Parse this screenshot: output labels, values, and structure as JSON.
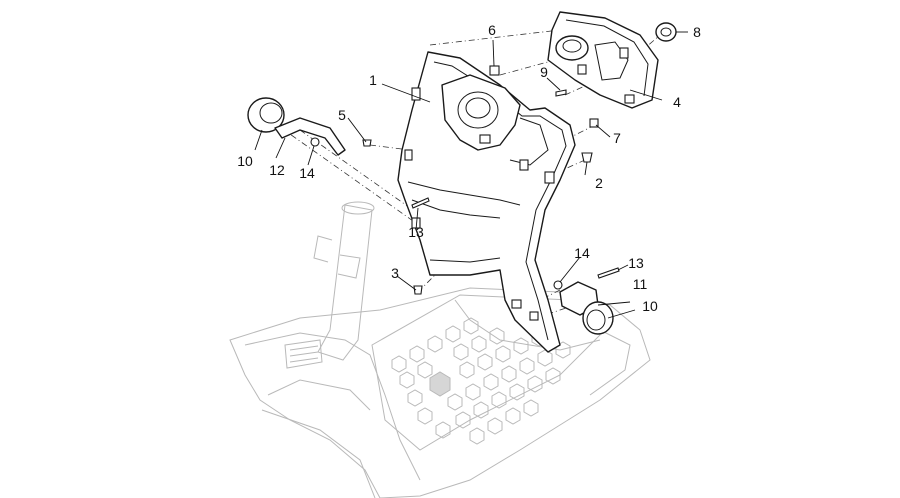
{
  "callouts": [
    {
      "id": "c1",
      "label": "1"
    },
    {
      "id": "c2",
      "label": "2"
    },
    {
      "id": "c3",
      "label": "3"
    },
    {
      "id": "c4",
      "label": "4"
    },
    {
      "id": "c5",
      "label": "5"
    },
    {
      "id": "c6",
      "label": "6"
    },
    {
      "id": "c7",
      "label": "7"
    },
    {
      "id": "c8",
      "label": "8"
    },
    {
      "id": "c9",
      "label": "9"
    },
    {
      "id": "c10a",
      "label": "10"
    },
    {
      "id": "c10b",
      "label": "10"
    },
    {
      "id": "c11",
      "label": "11"
    },
    {
      "id": "c12",
      "label": "12"
    },
    {
      "id": "c13a",
      "label": "13"
    },
    {
      "id": "c13b",
      "label": "13"
    },
    {
      "id": "c14a",
      "label": "14"
    },
    {
      "id": "c14b",
      "label": "14"
    }
  ]
}
